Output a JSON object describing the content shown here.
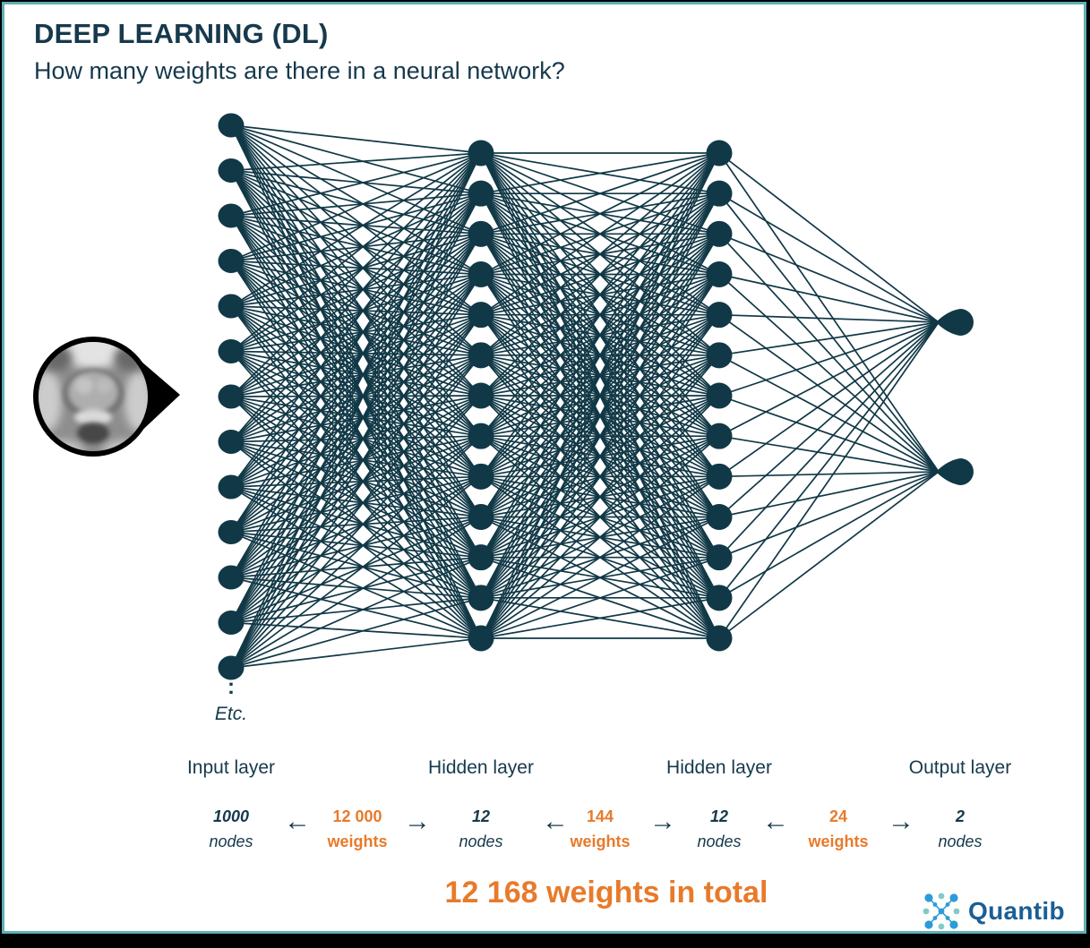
{
  "header": {
    "title": "DEEP LEARNING (DL)",
    "subtitle": "How many weights are there in a neural network?"
  },
  "diagram": {
    "dots": ":",
    "etc": "Etc.",
    "arrow_left": "←",
    "arrow_right": "→",
    "layers": [
      {
        "label": "Input layer",
        "count": "1000",
        "count_word": "nodes",
        "drawn_nodes": 13
      },
      {
        "label": "Hidden layer",
        "count": "12",
        "count_word": "nodes",
        "drawn_nodes": 13
      },
      {
        "label": "Hidden layer",
        "count": "12",
        "count_word": "nodes",
        "drawn_nodes": 13
      },
      {
        "label": "Output layer",
        "count": "2",
        "count_word": "nodes",
        "drawn_nodes": 2
      }
    ],
    "connections": [
      {
        "count": "12 000",
        "word": "weights"
      },
      {
        "count": "144",
        "word": "weights"
      },
      {
        "count": "24",
        "word": "weights"
      }
    ],
    "total": "12 168 weights in total"
  },
  "logo": {
    "text": "Quantib"
  },
  "icons": {
    "mri": "mri-scan-image",
    "logo_icon": "quantib-dots-icon"
  },
  "colors": {
    "ink_text": "#16394c",
    "network": "#113846",
    "accent_orange": "#e87a2b",
    "border_teal": "#5fb0b8",
    "logo_blue_text": "#1b5e94",
    "logo_dot_blue": "#2b9cd8",
    "logo_dot_teal": "#82cbc4"
  }
}
